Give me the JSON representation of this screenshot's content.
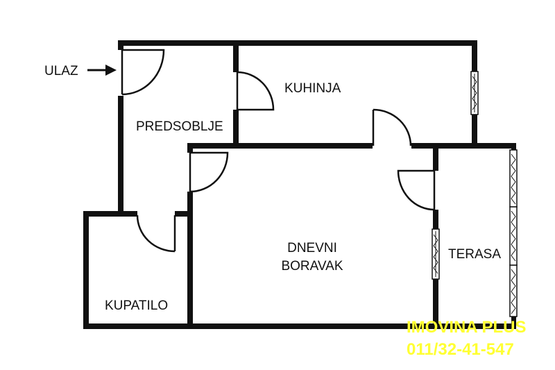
{
  "rooms": {
    "entrance": "ULAZ",
    "hallway": "PREDSOBLJE",
    "kitchen": "KUHINJA",
    "living_line1": "DNEVNI",
    "living_line2": "BORAVAK",
    "terrace": "TERASA",
    "bathroom": "KUPATILO"
  },
  "watermark": {
    "company": "IMOVINA PLUS",
    "phone": "011/32-41-547"
  },
  "colors": {
    "walls": "#111111",
    "watermark": "#ffff33"
  }
}
